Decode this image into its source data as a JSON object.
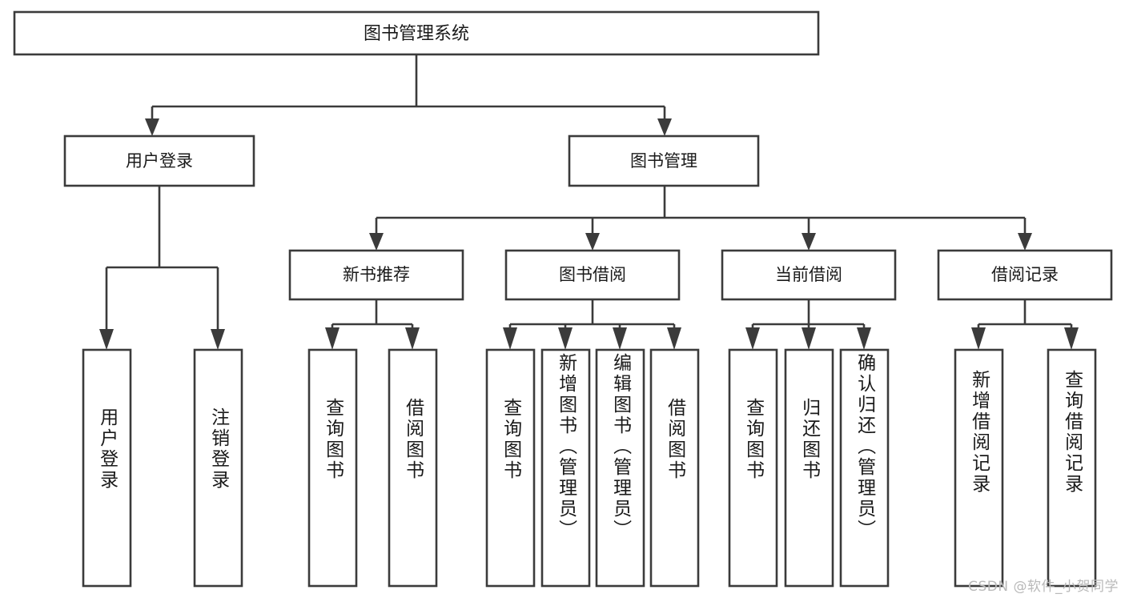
{
  "diagram": {
    "type": "tree-hierarchy",
    "title": "图书管理系统",
    "root": {
      "label": "图书管理系统"
    },
    "level2": [
      {
        "label": "用户登录"
      },
      {
        "label": "图书管理"
      }
    ],
    "level3": [
      {
        "label": "新书推荐"
      },
      {
        "label": "图书借阅"
      },
      {
        "label": "当前借阅"
      },
      {
        "label": "借阅记录"
      }
    ],
    "leaves": {
      "user_login": [
        {
          "label": "用户登录"
        },
        {
          "label": "注销登录"
        }
      ],
      "new_book_recommend": [
        {
          "label": "查询图书"
        },
        {
          "label": "借阅图书"
        }
      ],
      "book_borrow": [
        {
          "label": "查询图书"
        },
        {
          "label": "新增图书（管理员）"
        },
        {
          "label": "编辑图书（管理员）"
        },
        {
          "label": "借阅图书"
        }
      ],
      "current_borrow": [
        {
          "label": "查询图书"
        },
        {
          "label": "归还图书"
        },
        {
          "label": "确认归还（管理员）"
        }
      ],
      "borrow_record": [
        {
          "label": "新增借阅记录"
        },
        {
          "label": "查询借阅记录"
        }
      ]
    },
    "watermark": "CSDN @软件_小贺同学",
    "colors": {
      "box_stroke": "#3b3b3b",
      "box_fill": "#ffffff",
      "text": "#1a1a1a",
      "background": "#ffffff",
      "watermark": "#b9b9b9"
    }
  }
}
